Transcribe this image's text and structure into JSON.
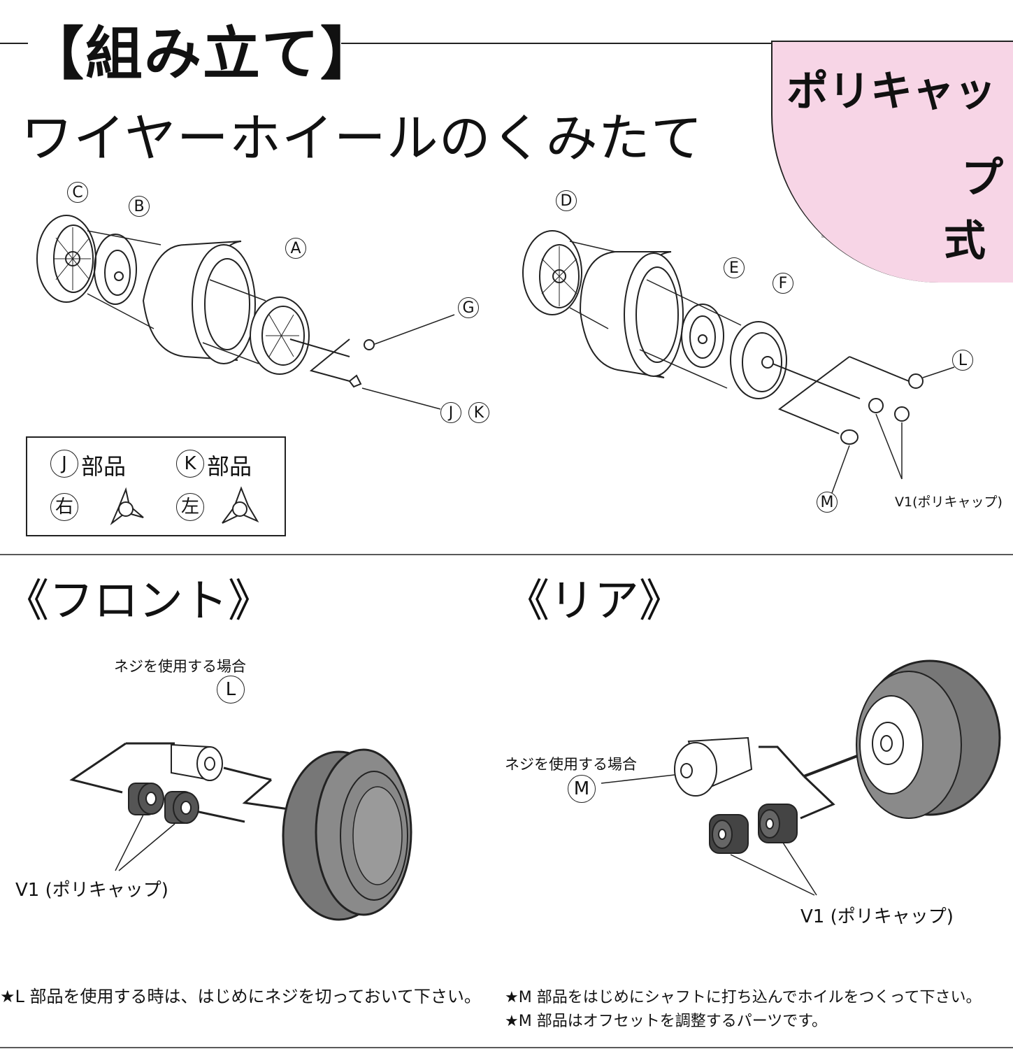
{
  "header": {
    "title": "【組み立て】",
    "subtitle": "ワイヤーホイールのくみたて"
  },
  "badge": {
    "line1": "ポリキャッ",
    "line2": "プ",
    "line3": "式"
  },
  "front_assembly": {
    "labels": [
      "C",
      "B",
      "A",
      "G",
      "J",
      "K"
    ]
  },
  "rear_assembly": {
    "labels": [
      "D",
      "E",
      "F",
      "L",
      "M"
    ],
    "v1_label": "V1(ポリキャップ)"
  },
  "legend": {
    "j_label": "J",
    "j_text": "部品",
    "k_label": "K",
    "k_text": "部品",
    "right_label": "右",
    "left_label": "左"
  },
  "front_section": {
    "title": "《フロント》",
    "screw_note": "ネジを使用する場合",
    "part_l": "L",
    "v1_label": "V1 (ポリキャップ)",
    "footnote": "★L 部品を使用する時は、はじめにネジを切っておいて下さい。"
  },
  "rear_section": {
    "title": "《リア》",
    "screw_note": "ネジを使用する場合",
    "part_m": "M",
    "v1_label": "V1 (ポリキャップ)",
    "footnote1": "★M 部品をはじめにシャフトに打ち込んでホイルをつくって下さい。",
    "footnote2": "★M 部品はオフセットを調整するパーツです。"
  }
}
